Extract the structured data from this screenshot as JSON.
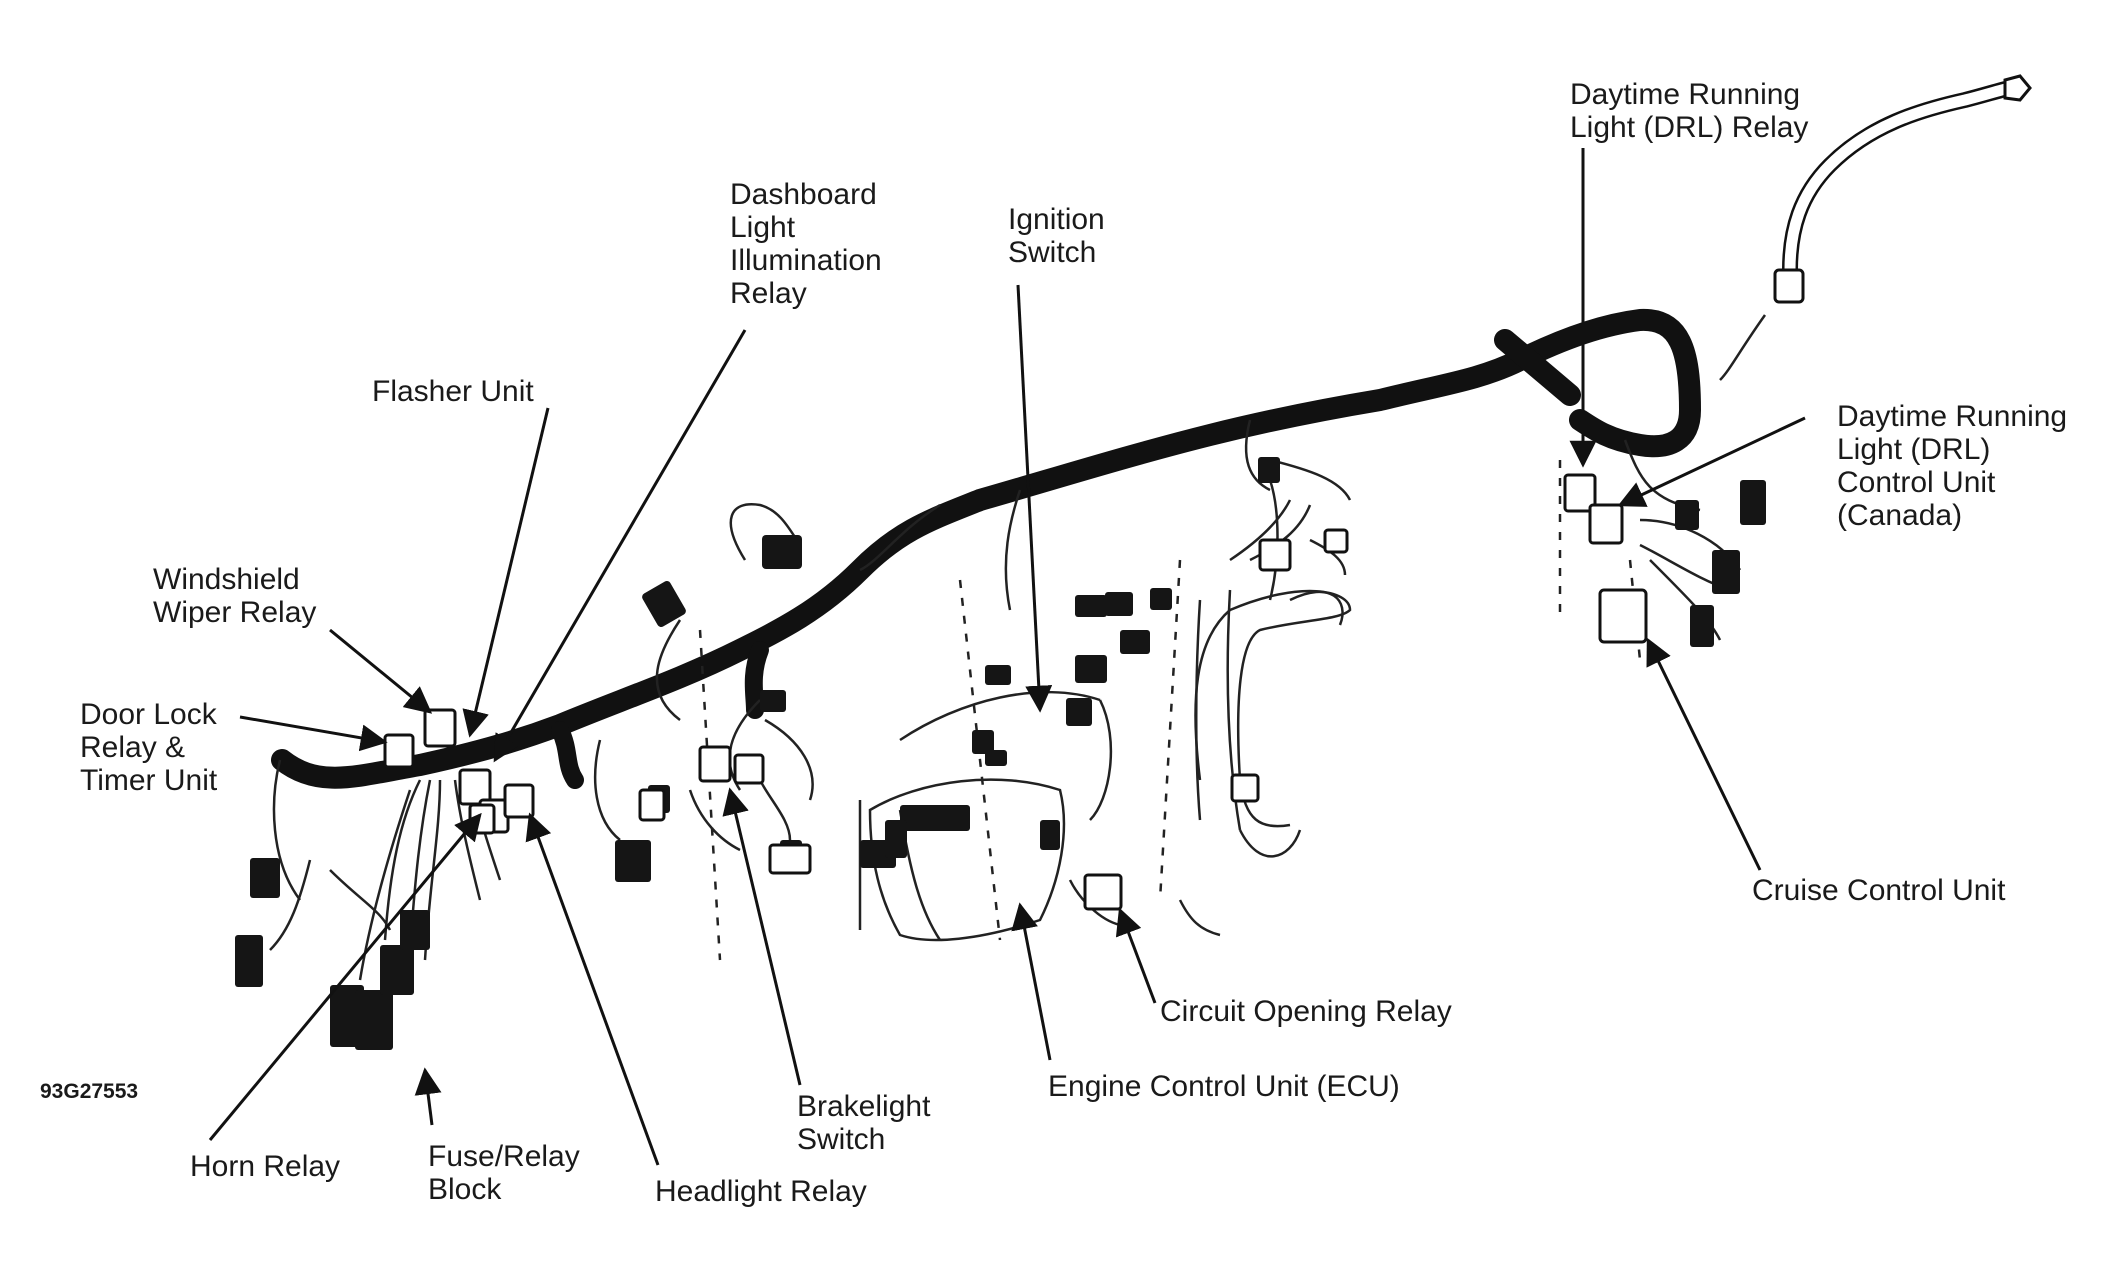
{
  "figure_code": "93G27553",
  "labels": {
    "drl_relay": "Daytime Running\nLight (DRL) Relay",
    "dashboard_relay": "Dashboard\nLight\nIllumination\nRelay",
    "ignition_switch": "Ignition\nSwitch",
    "flasher_unit": "Flasher Unit",
    "drl_control_unit": "Daytime Running\nLight (DRL)\nControl Unit\n(Canada)",
    "wiper_relay": "Windshield\nWiper Relay",
    "door_lock_relay": "Door Lock\nRelay &\nTimer Unit",
    "cruise_control": "Cruise Control Unit",
    "circuit_opening_relay": "Circuit Opening Relay",
    "ecu": "Engine Control Unit (ECU)",
    "brakelight_switch": "Brakelight\nSwitch",
    "horn_relay": "Horn Relay",
    "fuse_block": "Fuse/Relay\nBlock",
    "headlight_relay": "Headlight Relay"
  }
}
